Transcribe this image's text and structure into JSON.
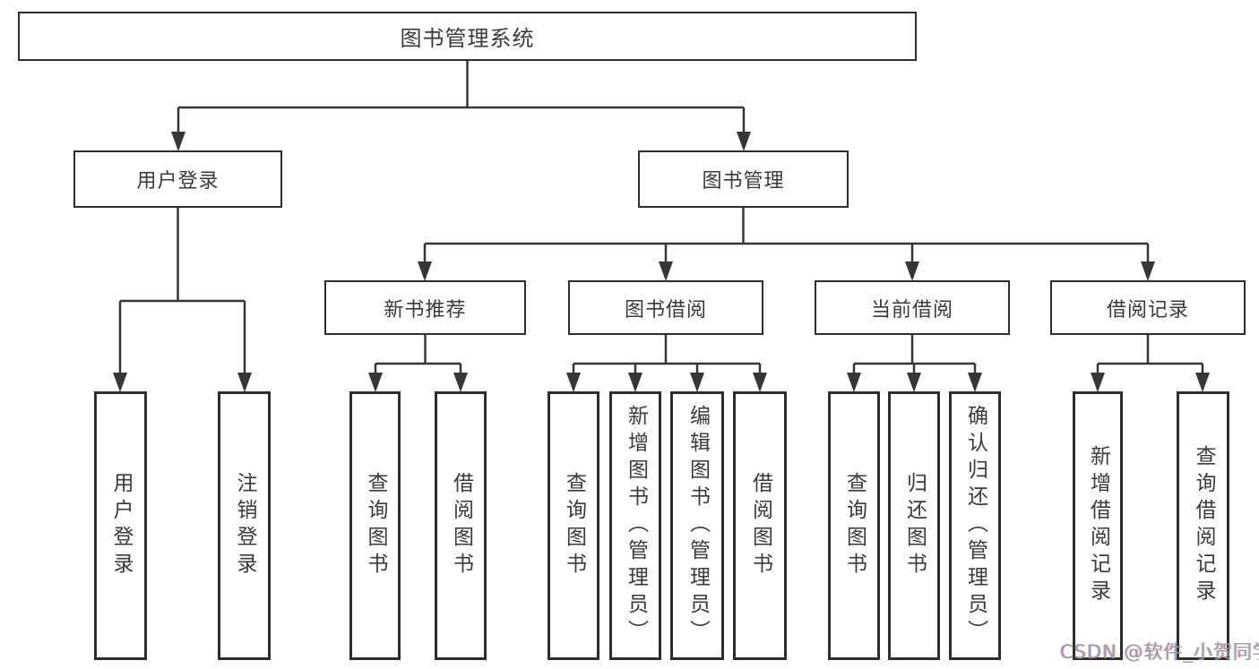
{
  "watermark": "CSDN @软件_小贺同学",
  "colors": {
    "line": "#363636",
    "box_border": "#2e2e2e",
    "box_fill": "#ffffff",
    "text": "#3a3a3a",
    "watermark": "#9e9e9e"
  },
  "tree": {
    "root": {
      "label": "图书管理系统",
      "children": [
        {
          "label": "用户登录",
          "children": [
            {
              "label": "用户登录"
            },
            {
              "label": "注销登录"
            }
          ]
        },
        {
          "label": "图书管理",
          "children": [
            {
              "label": "新书推荐",
              "children": [
                {
                  "label": "查询图书"
                },
                {
                  "label": "借阅图书"
                }
              ]
            },
            {
              "label": "图书借阅",
              "children": [
                {
                  "label": "查询图书"
                },
                {
                  "label": "新增图书（管理员）"
                },
                {
                  "label": "编辑图书（管理员）"
                },
                {
                  "label": "借阅图书"
                }
              ]
            },
            {
              "label": "当前借阅",
              "children": [
                {
                  "label": "查询图书"
                },
                {
                  "label": "归还图书"
                },
                {
                  "label": "确认归还（管理员）"
                }
              ]
            },
            {
              "label": "借阅记录",
              "children": [
                {
                  "label": "新增借阅记录"
                },
                {
                  "label": "查询借阅记录"
                }
              ]
            }
          ]
        }
      ]
    }
  }
}
